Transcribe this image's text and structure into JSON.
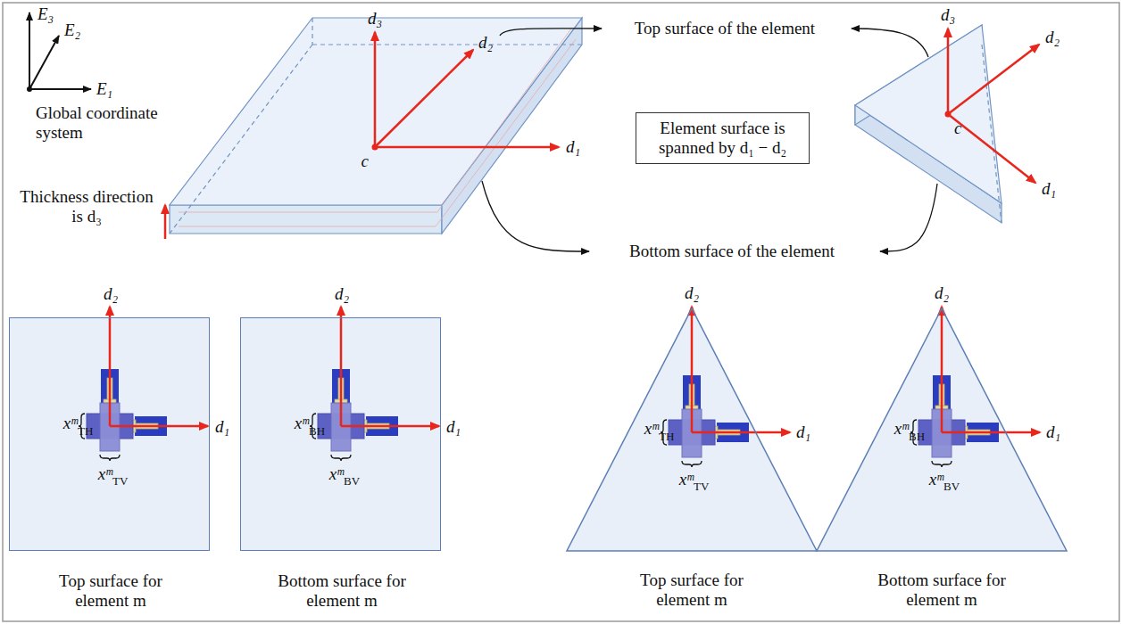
{
  "diagram": {
    "nodes": [
      {
        "text": [
          "Element surface is spanned by d₁ − d₂"
        ]
      },
      {
        "text": [
          "d₂",
          "d₁",
          "xᵐ",
          "TH",
          "xᵐ",
          "TV",
          "Top surface for element m"
        ]
      },
      {
        "text": [
          "d₂",
          "d₁",
          "xᵐ",
          "BH",
          "xᵐ",
          "BV",
          "Bottom surface for element m"
        ]
      },
      {
        "text": [
          "d₂",
          "d₁",
          "xᵐ",
          "TH",
          "xᵐ",
          "TV",
          "Top surface for element m"
        ]
      },
      {
        "text": [
          "d₂",
          "d₁",
          "xᵐ",
          "BH",
          "xᵐ",
          "BV",
          "Bottom surface for element m"
        ]
      }
    ],
    "labels": [
      "Global coordinate system",
      "E₃",
      "E₂",
      "E₁",
      "Thickness direction is d₃",
      "d₃",
      "d₂",
      "d₁",
      "c",
      "Top surface of the element",
      "Bottom surface of the element",
      "d₃",
      "d₂",
      "d₁",
      "c"
    ]
  }
}
